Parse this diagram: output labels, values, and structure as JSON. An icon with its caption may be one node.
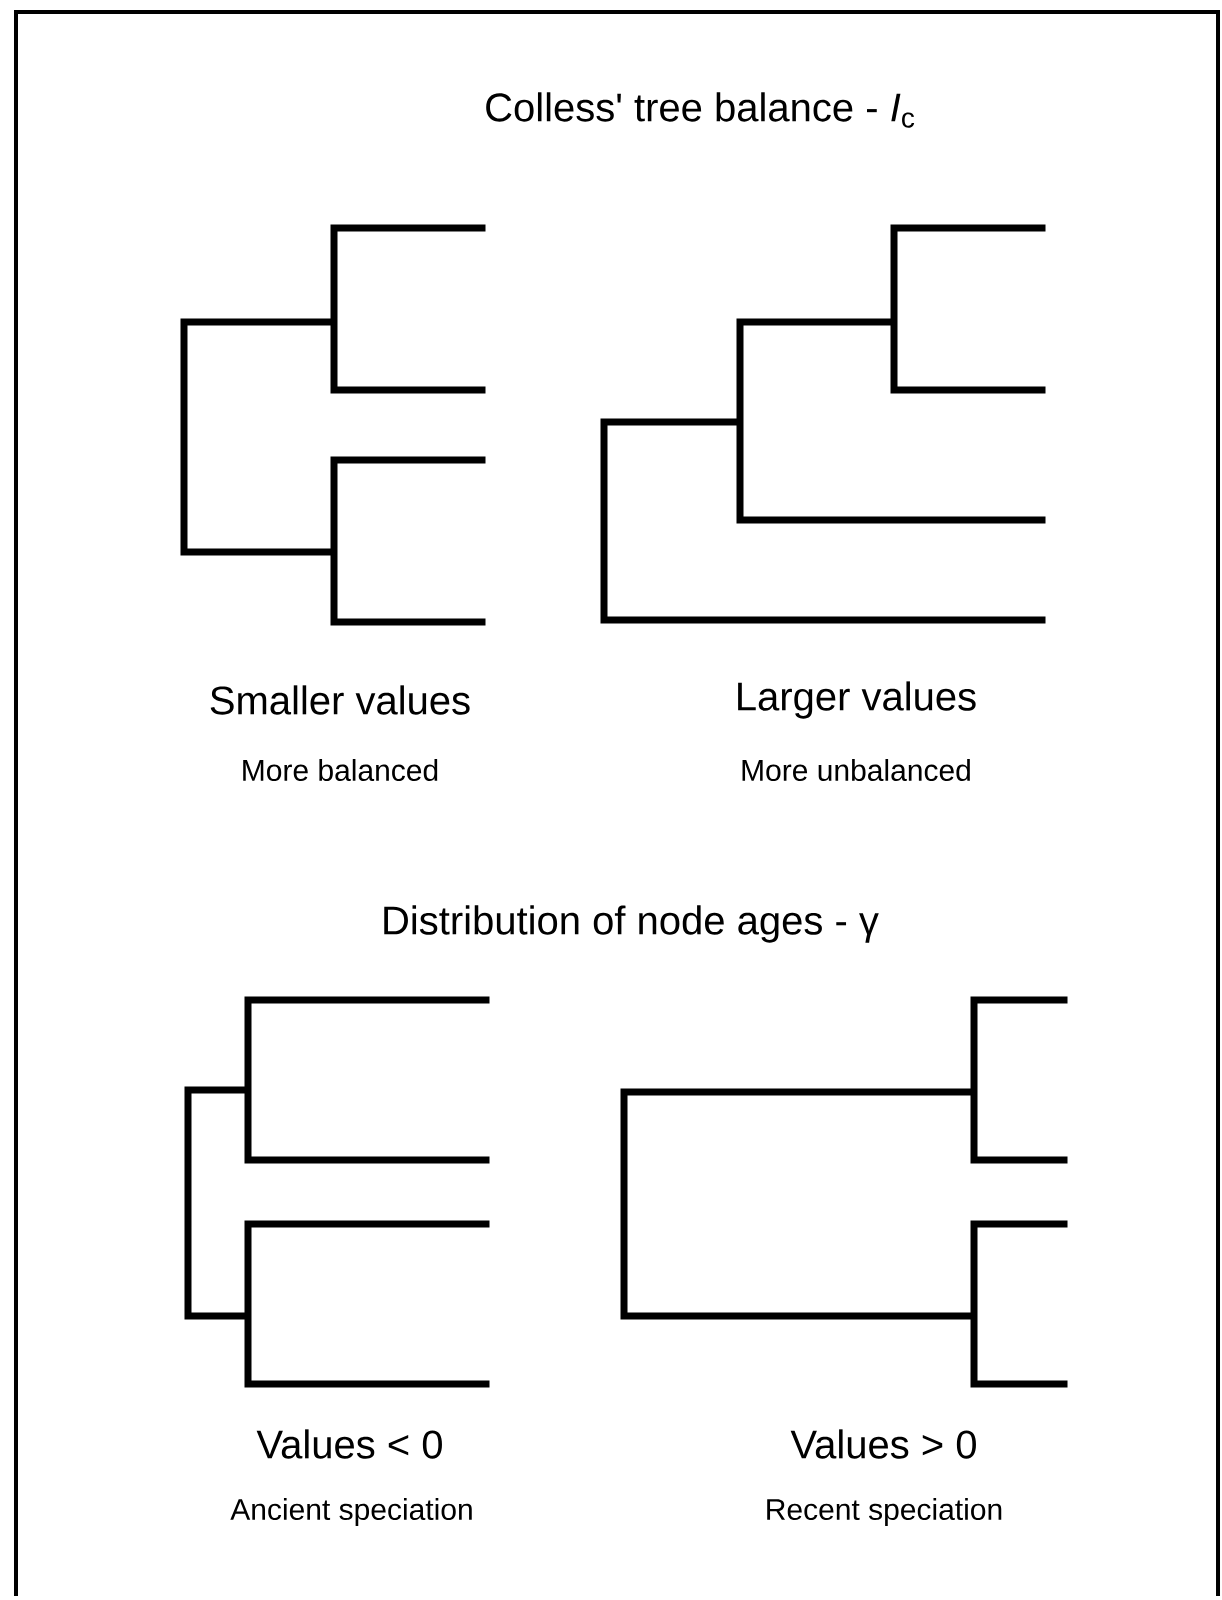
{
  "diagram": {
    "labels": [
      "Colless' tree balance - *I*$_{c}$",
      "Smaller values",
      "More balanced",
      "Larger values",
      "More unbalanced",
      "Distribution of node ages - γ",
      "Values < 0",
      "Ancient speciation",
      "Values > 0",
      "Recent speciation"
    ]
  }
}
